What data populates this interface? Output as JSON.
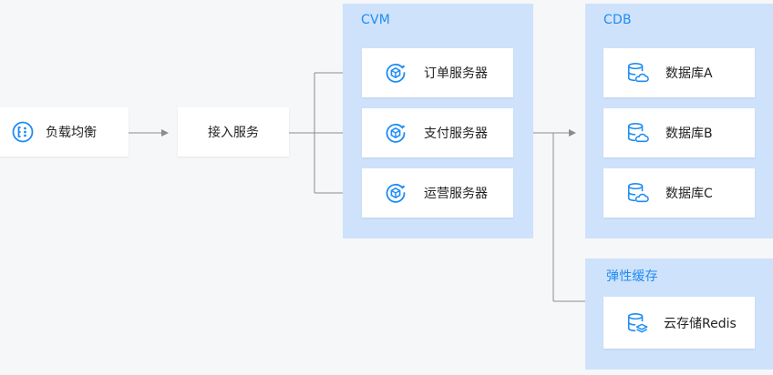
{
  "colors": {
    "accent": "#1f8cf3",
    "group_bg": "#cfe2fb",
    "page_bg": "#f6f7f9",
    "connector": "#8c8c8c"
  },
  "nodes": {
    "load_balancer": {
      "label": "负载均衡",
      "icon": "load-balancer-icon"
    },
    "access_service": {
      "label": "接入服务"
    }
  },
  "groups": {
    "cvm": {
      "title": "CVM",
      "items": [
        {
          "label": "订单服务器",
          "icon": "server-icon"
        },
        {
          "label": "支付服务器",
          "icon": "server-icon"
        },
        {
          "label": "运营服务器",
          "icon": "server-icon"
        }
      ]
    },
    "cdb": {
      "title": "CDB",
      "items": [
        {
          "label": "数据库A",
          "icon": "database-cloud-icon"
        },
        {
          "label": "数据库B",
          "icon": "database-cloud-icon"
        },
        {
          "label": "数据库C",
          "icon": "database-cloud-icon"
        }
      ]
    },
    "cache": {
      "title": "弹性缓存",
      "items": [
        {
          "label": "云存储Redis",
          "icon": "redis-storage-icon"
        }
      ]
    }
  }
}
